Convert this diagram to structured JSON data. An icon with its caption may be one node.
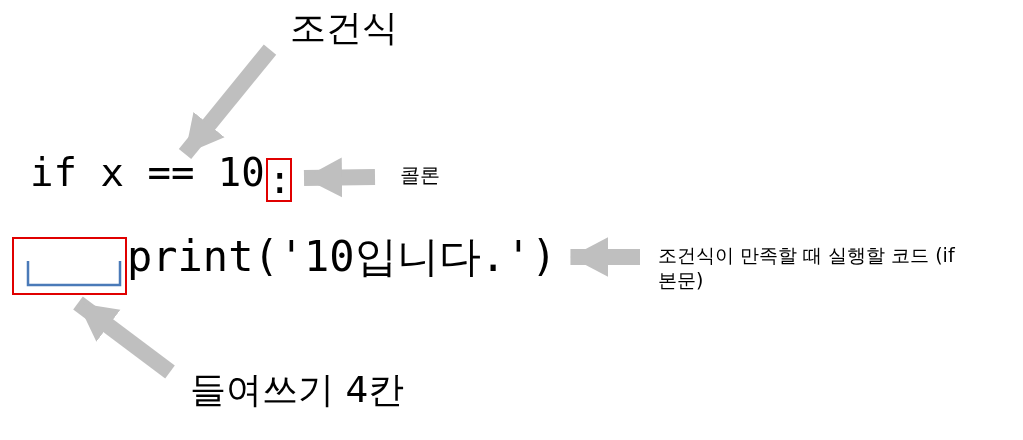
{
  "diagram": {
    "nodes": [
      {
        "text": [
          "조건식"
        ]
      },
      {
        "text": [
          "if x == 10"
        ]
      },
      {
        "text": [
          ":"
        ]
      },
      {
        "text": [
          "콜론"
        ]
      },
      {
        "text": [],
        "shape": "box"
      },
      {
        "text": [
          "print('10입니다.')"
        ]
      },
      {
        "text": [
          "조건식이 만족할 때 실행할 코드 (if 본문)"
        ]
      },
      {
        "text": [
          "들여쓰기 4칸"
        ]
      }
    ],
    "edges": [
      {
        "from": 0,
        "to": 1,
        "arrow": "to"
      },
      {
        "from": 3,
        "to": 2,
        "arrow": "to"
      },
      {
        "from": 6,
        "to": 5,
        "arrow": "to"
      },
      {
        "from": 7,
        "to": 4,
        "arrow": "to"
      }
    ]
  }
}
